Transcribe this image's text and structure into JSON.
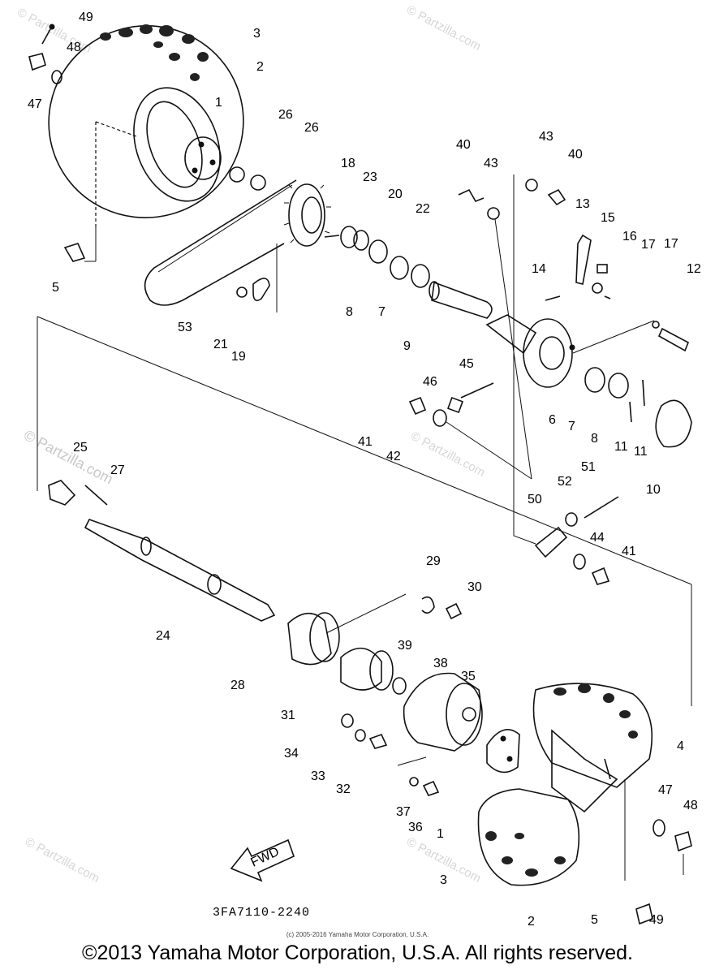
{
  "diagram": {
    "part_code": "3FA7110-2240",
    "small_copyright": "(c) 2005-2016 Yamaha Motor Corporation, U.S.A.",
    "copyright": "©2013 Yamaha Motor Corporation, U.S.A. All rights reserved.",
    "watermark": "© Partzilla.com",
    "direction_label": "FWD",
    "callouts": [
      "49",
      "48",
      "47",
      "3",
      "2",
      "1",
      "26",
      "26",
      "5",
      "40",
      "43",
      "43",
      "40",
      "18",
      "23",
      "20",
      "22",
      "13",
      "15",
      "16",
      "17",
      "17",
      "12",
      "14",
      "8",
      "7",
      "9",
      "53",
      "21",
      "19",
      "45",
      "46",
      "41",
      "42",
      "6",
      "7",
      "8",
      "11",
      "11",
      "10",
      "25",
      "27",
      "52",
      "51",
      "50",
      "44",
      "41",
      "29",
      "30",
      "24",
      "39",
      "38",
      "35",
      "28",
      "31",
      "34",
      "33",
      "32",
      "37",
      "36",
      "1",
      "4",
      "47",
      "48",
      "3",
      "2",
      "5",
      "49"
    ]
  }
}
